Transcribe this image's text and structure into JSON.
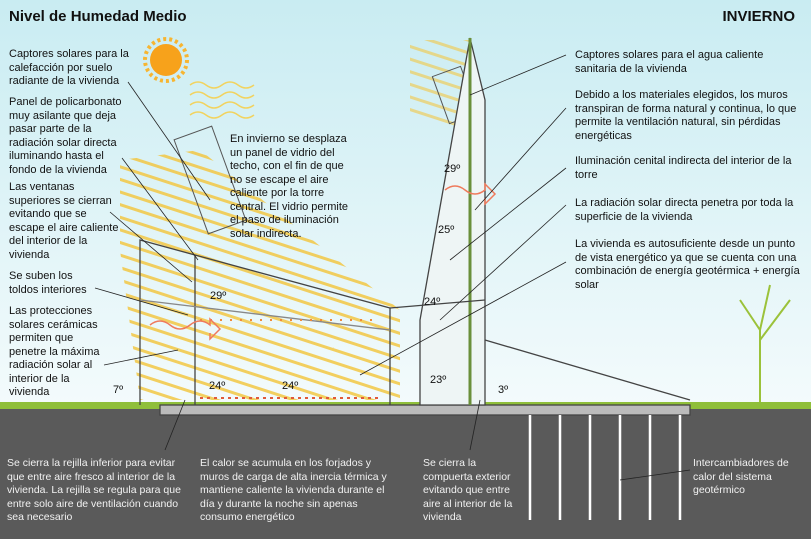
{
  "title": "Nivel de Humedad Medio",
  "season": "INVIERNO",
  "colors": {
    "sky_top": "#cdeef3",
    "ground": "#5a5a5a",
    "grass": "#8fbf3a",
    "sun": "#f7a21b",
    "rays": "#f2c744",
    "heat": "#e05a3a"
  },
  "left_notes": [
    "Captores solares para la calefacción por suelo radiante de la vivienda",
    "Panel de policarbonato muy asilante que deja pasar parte de la radiación solar directa iluminando hasta el fondo de la vivienda",
    "Las ventanas superiores se cierran evitando que se escape el aire caliente del interior de la vivienda",
    "Se suben los toldos interiores",
    "Las protecciones solares cerámicas permiten que penetre la máxima radiación solar al interior de la vivienda"
  ],
  "center_note": "En invierno se desplaza un panel de vidrio del techo, con el fin de que no se escape el aire caliente por la torre central.  El vidrio permite el paso de iluminación solar indirecta.",
  "right_notes": [
    "Captores solares para el agua caliente sanitaria de la vivienda",
    "Debido a los materiales elegidos, los muros transpiran de forma natural y continua, lo que permite la ventilación natural, sin pérdidas energéticas",
    "Iluminación cenital indirecta del interior de la torre",
    "La radiación solar directa penetra por toda la superficie de la vivienda",
    "La vivienda es autosuficiente desde un punto de vista energético ya que se cuenta con una combinación de energía geotérmica + energía solar"
  ],
  "bottom_notes": [
    "Se cierra la rejilla inferior para evitar que entre aire fresco al interior de la vivienda. La rejilla se regula para que entre solo aire de ventilación cuando sea necesario",
    "El calor se acumula en los forjados y muros de carga de alta inercia térmica y mantiene caliente la vivienda durante el día y durante la noche sin apenas consumo energético",
    "Se cierra la compuerta exterior evitando que entre aire al interior de la vivienda",
    "Intercambiadores de calor del sistema geotérmico"
  ],
  "temperatures": {
    "roof_left": "29º",
    "tower_top": "29º",
    "tower_mid": "25º",
    "tower_low": "24º",
    "floor_left": "24º",
    "floor_mid": "24º",
    "floor_right": "23º",
    "outside_left": "7º",
    "outside_right": "3º"
  }
}
